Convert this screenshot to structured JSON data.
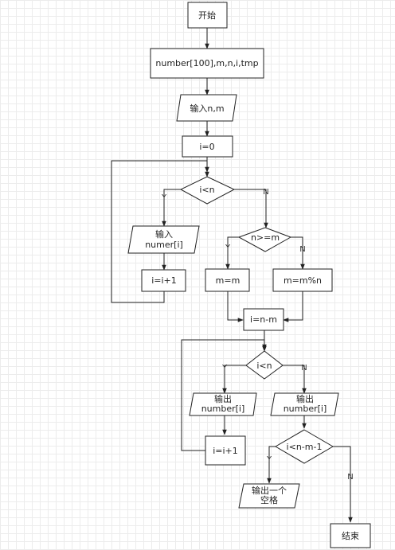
{
  "flowchart": {
    "nodes": {
      "start": "开始",
      "declare": "number[100],m,n,i,tmp",
      "input_nm": "输入n,m",
      "init_i": "i=0",
      "cond_i_lt_n_1": "i<n",
      "input_num_line1": "输入",
      "input_num_line2": "numer[i]",
      "inc_i_1": "i=i+1",
      "cond_n_ge_m": "n>=m",
      "assign_m": "m=m",
      "assign_m_mod": "m=m%n",
      "assign_i": "i=n-m",
      "cond_i_lt_n_2": "i<n",
      "output_left_line1": "输出",
      "output_left_line2": "number[i]",
      "output_right_line1": "输出",
      "output_right_line2": "number[i]",
      "inc_i_2": "i=i+1",
      "cond_last": "i<n-m-1",
      "output_space_line1": "输出一个",
      "output_space_line2": "空格",
      "end": "结束"
    },
    "branch_labels": {
      "yes": "Y",
      "no": "N"
    }
  }
}
